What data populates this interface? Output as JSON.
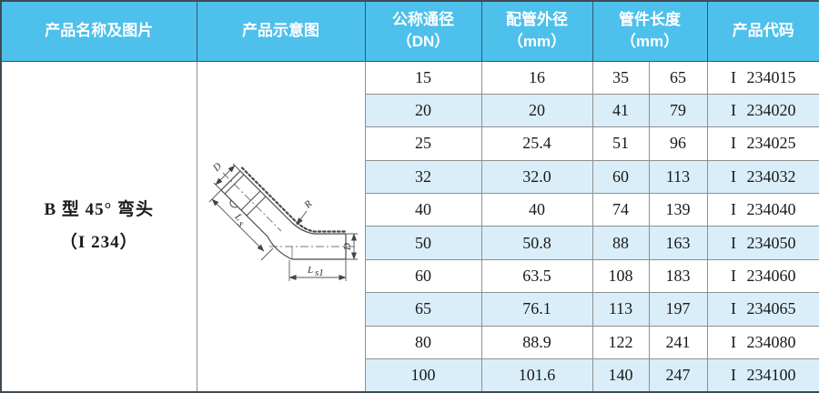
{
  "colors": {
    "header_bg": "#4dc0eb",
    "header_text": "#ffffff",
    "row_stripe": "#d9eef9",
    "grid_line": "#8f8f8f",
    "outer_border": "#3e4a51",
    "body_text": "#1a1a1a"
  },
  "table": {
    "headers": {
      "product": "产品名称及图片",
      "diagram": "产品示意图",
      "dn_line1": "公称通径",
      "dn_line2": "（DN）",
      "od_line1": "配管外径",
      "od_line2": "（mm）",
      "len_line1": "管件长度",
      "len_line2": "（mm）",
      "code": "产品代码"
    },
    "product_cell": {
      "line1": "B 型 45° 弯头",
      "line2": "（I 234）"
    },
    "diagram_labels": {
      "d_top": "D",
      "ls_main": "L",
      "ls_sub": "s",
      "r": "R",
      "d_right": "D",
      "ls1_main": "L",
      "ls1_sub": "s1"
    },
    "rows": [
      {
        "dn": "15",
        "od": "16",
        "l1": "35",
        "l2": "65",
        "code": "I 234015"
      },
      {
        "dn": "20",
        "od": "20",
        "l1": "41",
        "l2": "79",
        "code": "I 234020"
      },
      {
        "dn": "25",
        "od": "25.4",
        "l1": "51",
        "l2": "96",
        "code": "I 234025"
      },
      {
        "dn": "32",
        "od": "32.0",
        "l1": "60",
        "l2": "113",
        "code": "I 234032"
      },
      {
        "dn": "40",
        "od": "40",
        "l1": "74",
        "l2": "139",
        "code": "I 234040"
      },
      {
        "dn": "50",
        "od": "50.8",
        "l1": "88",
        "l2": "163",
        "code": "I 234050"
      },
      {
        "dn": "60",
        "od": "63.5",
        "l1": "108",
        "l2": "183",
        "code": "I 234060"
      },
      {
        "dn": "65",
        "od": "76.1",
        "l1": "113",
        "l2": "197",
        "code": "I 234065"
      },
      {
        "dn": "80",
        "od": "88.9",
        "l1": "122",
        "l2": "241",
        "code": "I 234080"
      },
      {
        "dn": "100",
        "od": "101.6",
        "l1": "140",
        "l2": "247",
        "code": "I 234100"
      }
    ]
  }
}
